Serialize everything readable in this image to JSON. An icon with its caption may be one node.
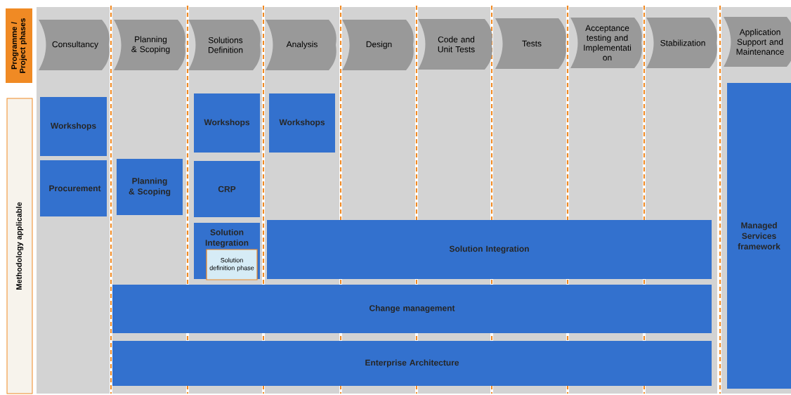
{
  "diagram": {
    "nodes": [
      {
        "text": [
          "Programme / Project phases"
        ]
      },
      {
        "text": [
          "Methodology applicable"
        ]
      },
      {
        "text": [
          "Consultancy"
        ]
      },
      {
        "text": [
          "Planning & Scoping"
        ]
      },
      {
        "text": [
          "Solutions Definition"
        ]
      },
      {
        "text": [
          "Analysis"
        ]
      },
      {
        "text": [
          "Design"
        ]
      },
      {
        "text": [
          "Code and Unit Tests"
        ]
      },
      {
        "text": [
          "Tests"
        ]
      },
      {
        "text": [
          "Acceptance testing and Implementati on"
        ]
      },
      {
        "text": [
          "Stabilization"
        ]
      },
      {
        "text": [
          "Application Support and Maintenance"
        ]
      },
      {
        "text": [
          "Workshops"
        ]
      },
      {
        "text": [
          "Procurement"
        ]
      },
      {
        "text": [
          "Planning & Scoping"
        ]
      },
      {
        "text": [
          "Workshops"
        ]
      },
      {
        "text": [
          "CRP"
        ]
      },
      {
        "text": [
          "Solution Integration"
        ]
      },
      {
        "text": [
          "Solution definition phase"
        ],
        "in": 17
      },
      {
        "text": [
          "Workshops"
        ]
      },
      {
        "text": [
          "Solution Integration"
        ]
      },
      {
        "text": [
          "Change management"
        ]
      },
      {
        "text": [
          "Enterprise Architecture"
        ]
      },
      {
        "text": [
          "Managed Services framework"
        ]
      }
    ]
  }
}
